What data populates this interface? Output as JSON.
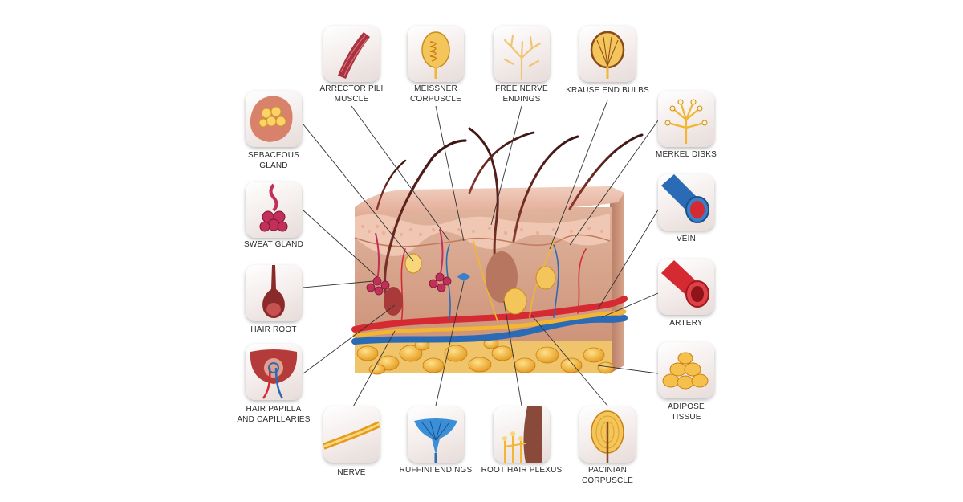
{
  "labels": {
    "arrector_pili_muscle": [
      "ARRECTOR PILI",
      "MUSCLE"
    ],
    "meissner_corpuscle": [
      "MEISSNER",
      "CORPUSCLE"
    ],
    "free_nerve_endings": [
      "FREE NERVE",
      "ENDINGS"
    ],
    "krause_end_bulbs": [
      "KRAUSE END BULBS"
    ],
    "merkel_disks": [
      "MERKEL DISKS"
    ],
    "sebaceous_gland": [
      "SEBACEOUS",
      "GLAND"
    ],
    "sweat_gland": [
      "SWEAT GLAND"
    ],
    "hair_root": [
      "HAIR ROOT"
    ],
    "hair_papilla": [
      "HAIR PAPILLA",
      "AND CAPILLARIES"
    ],
    "vein": [
      "VEIN"
    ],
    "artery": [
      "ARTERY"
    ],
    "adipose_tissue": [
      "ADIPOSE",
      "TISSUE"
    ],
    "nerve": [
      "NERVE"
    ],
    "ruffini_endings": [
      "RUFFINI ENDINGS"
    ],
    "root_hair_plexus": [
      "ROOT HAIR PLEXUS"
    ],
    "pacinian_corpuscle": [
      "PACINIAN",
      "CORPUSCLE"
    ]
  },
  "colors": {
    "skin_top": "#e8b9a6",
    "dermis": "#d9a78e",
    "artery": "#d52a32",
    "vein": "#2b6bb5",
    "nerve": "#f2b632",
    "fat": "#f5b63a",
    "hair": "#6b2a24",
    "leader_line": "#333333"
  },
  "icons": [
    "muscle-icon",
    "corpuscle-icon",
    "nerve-endings-icon",
    "bulb-icon",
    "disks-icon",
    "gland-icon",
    "sweat-gland-icon",
    "hair-root-icon",
    "papilla-icon",
    "vein-icon",
    "artery-icon",
    "fat-icon",
    "nerve-icon",
    "ruffini-icon",
    "plexus-icon",
    "pacinian-icon"
  ]
}
